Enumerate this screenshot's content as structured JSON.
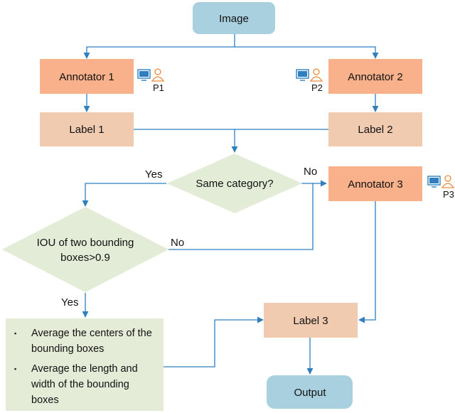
{
  "nodes": {
    "image": "Image",
    "annotator1": "Annotator 1",
    "annotator2": "Annotator 2",
    "annotator3": "Annotator 3",
    "label1": "Label 1",
    "label2": "Label 2",
    "label3": "Label 3",
    "output": "Output",
    "same_category": "Same category?",
    "iou_line1": "IOU of two bounding",
    "iou_line2": "boxes>0.9"
  },
  "edge_labels": {
    "same_yes": "Yes",
    "same_no": "No",
    "iou_no": "No",
    "iou_yes": "Yes"
  },
  "annotator_tags": {
    "p1": "P1",
    "p2": "P2",
    "p3": "P3"
  },
  "average_box": {
    "items": [
      "Average the centers of the bounding boxes",
      "Average the length and width of the bounding boxes"
    ]
  },
  "colors": {
    "image_output_fill": "#a9d0df",
    "annotator_fill": "#f8b18a",
    "label_fill": "#f1cbb0",
    "decision_fill": "#e3ecd6",
    "average_fill": "#e4ecd7",
    "connector": "#2f7fbf",
    "icon_monitor": "#2f7fbf",
    "icon_person": "#f08a3c"
  }
}
